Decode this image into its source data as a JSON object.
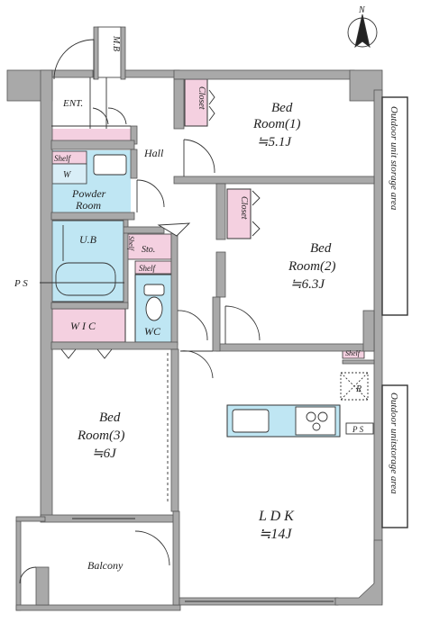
{
  "compass": {
    "label": "N"
  },
  "rooms": {
    "mb": "M.B",
    "ent": "ENT.",
    "hall": "Hall",
    "closet1": "Closet",
    "closet2": "Closet",
    "bed1_line1": "Bed",
    "bed1_line2": "Room(1)",
    "bed1_size": "≒5.1J",
    "bed2_line1": "Bed",
    "bed2_line2": "Room(2)",
    "bed2_size": "≒6.3J",
    "bed3_line1": "Bed",
    "bed3_line2": "Room(3)",
    "bed3_size": "≒6J",
    "shelf_ent": "Shelf",
    "w": "W",
    "powder_line1": "Powder",
    "powder_line2": "Room",
    "ub": "U.B",
    "shelf_ub": "Shelf",
    "sto": "Sto.",
    "shelf_wc": "Shelf",
    "ps_left": "P S",
    "wic": "W I C",
    "wc": "WC",
    "shelf_ldk": "Shelf",
    "r": "R",
    "ps_kitchen": "P S",
    "ldk_line1": "L D K",
    "ldk_size": "≒14J",
    "balcony": "Balcony",
    "outdoor_top": "Outdoor unit storage area",
    "outdoor_bottom": "Outdoor unitstorage area"
  },
  "colors": {
    "wall": "#a9a9a9",
    "pink": "#f4d0e0",
    "blue": "#bfe6f3"
  }
}
